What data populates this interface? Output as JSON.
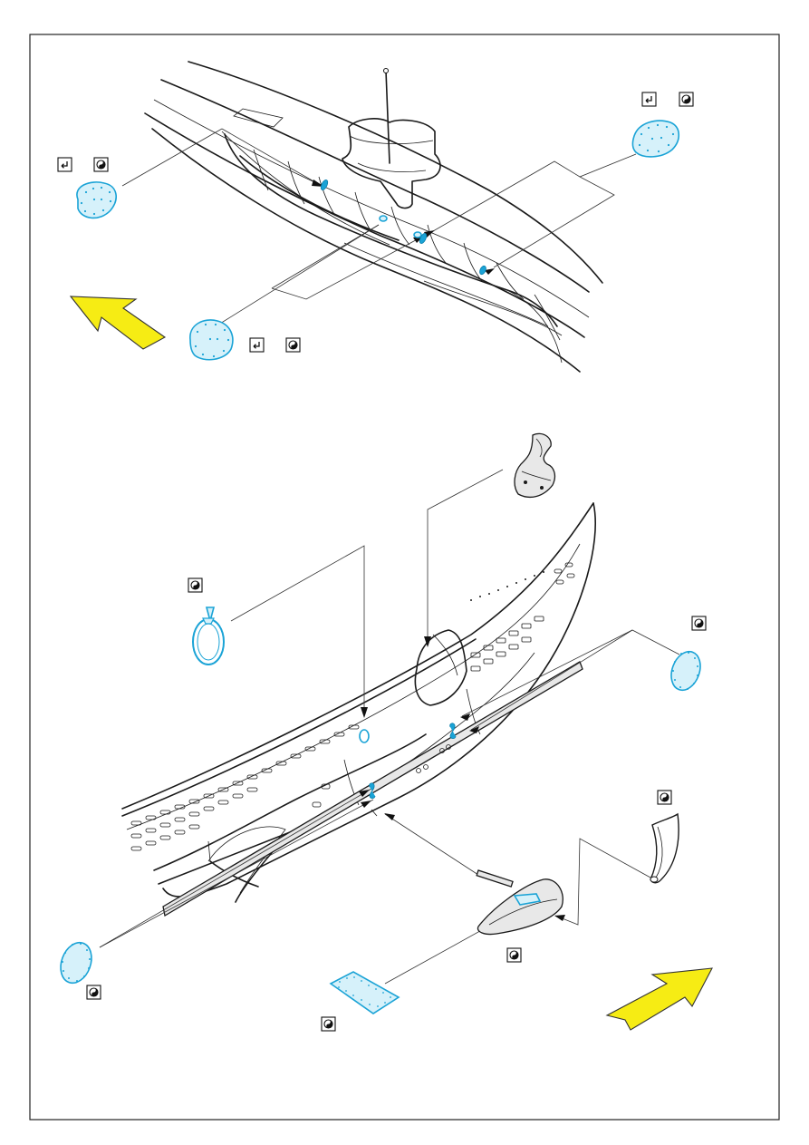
{
  "diagram": {
    "step_top": {
      "parts": [
        "air-intake-grille-left",
        "air-intake-grille-right",
        "air-intake-grille-center"
      ],
      "symbols": [
        "bend-symbol",
        "color-symbol"
      ]
    },
    "step_bottom": {
      "parts": [
        "ring-part",
        "round-grille-right",
        "round-grille-left",
        "rudder-plate",
        "rudder-fairing"
      ],
      "symbols": [
        "color-symbol"
      ]
    },
    "colors": {
      "photo_etch_outline": "#1aa3d6",
      "photo_etch_fill": "#d6f1fa",
      "direction_arrow": "#f6ec14",
      "line_art": "#1a1a1a"
    }
  }
}
